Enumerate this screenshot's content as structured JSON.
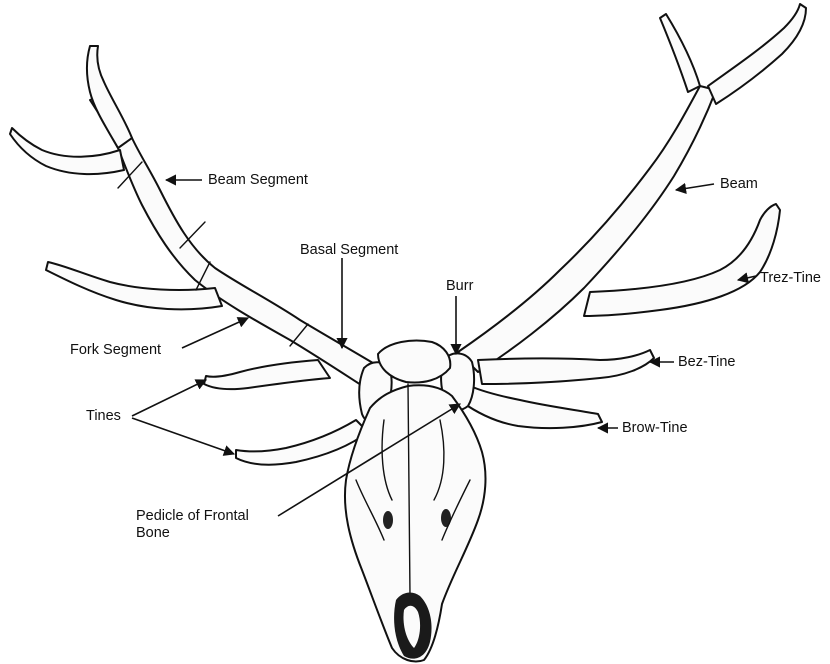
{
  "labels": {
    "beam_segment": "Beam Segment",
    "basal_segment": "Basal Segment",
    "fork_segment": "Fork Segment",
    "tines": "Tines",
    "pedicle": "Pedicle of Frontal\nBone",
    "burr": "Burr",
    "beam": "Beam",
    "trez_tine": "Trez-Tine",
    "bez_tine": "Bez-Tine",
    "brow_tine": "Brow-Tine"
  }
}
